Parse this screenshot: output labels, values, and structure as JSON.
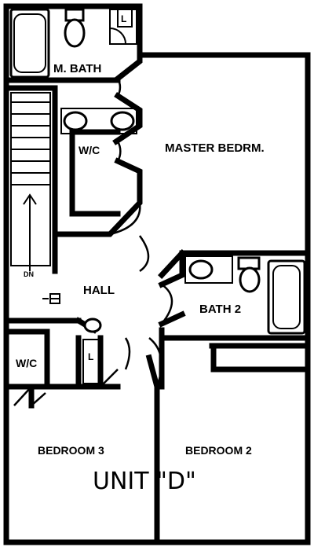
{
  "rooms": {
    "m_bath": "M. BATH",
    "wic_master": "W/C",
    "master_bedroom": "MASTER BEDRM.",
    "hall": "HALL",
    "bath_2": "BATH 2",
    "wic_bedroom3": "W/C",
    "bedroom_3": "BEDROOM 3",
    "bedroom_2": "BEDROOM 2"
  },
  "markers": {
    "linen_1": "L",
    "linen_2": "L",
    "stair_down": "DN"
  },
  "title": "UNIT \"D\""
}
